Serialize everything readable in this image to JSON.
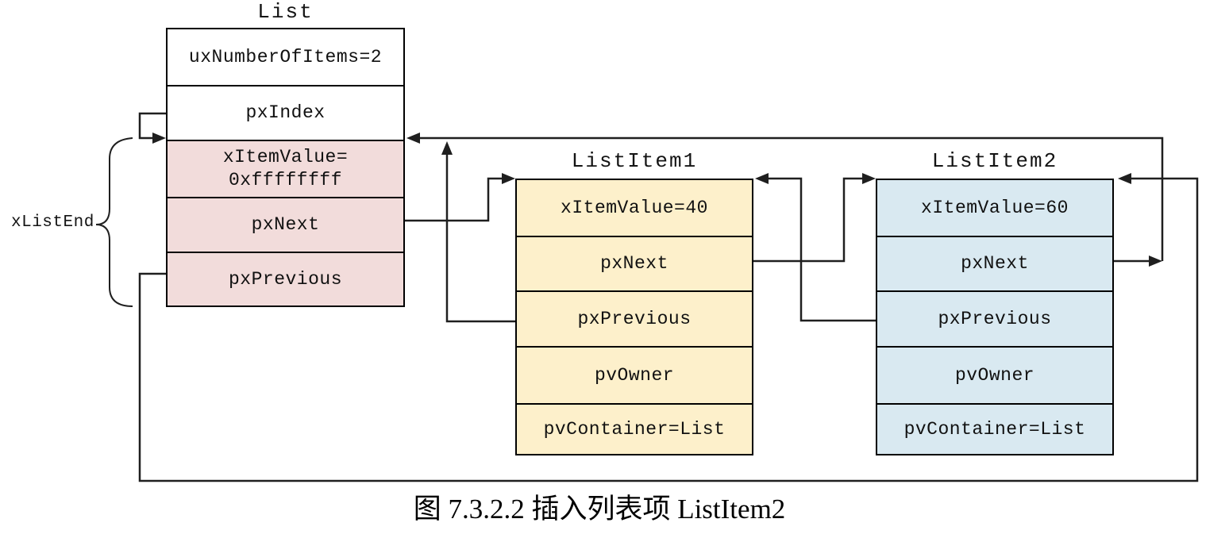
{
  "caption": "图 7.3.2.2 插入列表项 ListItem2",
  "labels": {
    "xlistend": "xListEnd"
  },
  "list": {
    "title": "List",
    "rows": [
      "uxNumberOfItems=2",
      "pxIndex",
      "xItemValue=\n0xffffffff",
      "pxNext",
      "pxPrevious"
    ]
  },
  "item1": {
    "title": "ListItem1",
    "rows": [
      "xItemValue=40",
      "pxNext",
      "pxPrevious",
      "pvOwner",
      "pvContainer=List"
    ]
  },
  "item2": {
    "title": "ListItem2",
    "rows": [
      "xItemValue=60",
      "pxNext",
      "pxPrevious",
      "pvOwner",
      "pvContainer=List"
    ]
  },
  "colors": {
    "list_end_fill": "#f2dcdb",
    "item1_fill": "#fdf0cb",
    "item2_fill": "#d9e9f1",
    "line": "#1f1f1f"
  },
  "connections": [
    {
      "from": "List.pxIndex",
      "to": "List.xListEnd"
    },
    {
      "from": "List.pxNext",
      "to": "ListItem1"
    },
    {
      "from": "List.pxPrevious",
      "to": "ListItem2"
    },
    {
      "from": "ListItem1.pxNext",
      "to": "ListItem2"
    },
    {
      "from": "ListItem1.pxPrevious",
      "to": "List.xListEnd"
    },
    {
      "from": "ListItem2.pxNext",
      "to": "List.xListEnd"
    },
    {
      "from": "ListItem2.pxPrevious",
      "to": "ListItem1"
    }
  ]
}
